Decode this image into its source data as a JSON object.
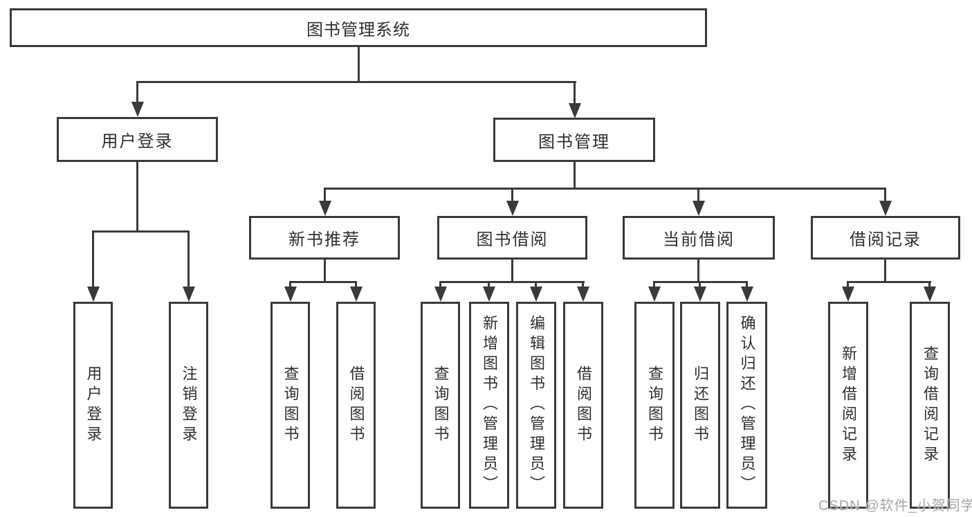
{
  "diagram_type": "hierarchy-tree",
  "colors": {
    "line": "#3a3a3a",
    "text": "#2f2f2f",
    "watermark": "#a6a6a6",
    "background": "#ffffff"
  },
  "watermark": "CSDN @软件_小贺同学",
  "tree": {
    "label": "图书管理系统",
    "children": [
      {
        "label": "用户登录",
        "children": [
          {
            "label": "用户登录"
          },
          {
            "label": "注销登录"
          }
        ]
      },
      {
        "label": "图书管理",
        "children": [
          {
            "label": "新书推荐",
            "children": [
              {
                "label": "查询图书"
              },
              {
                "label": "借阅图书"
              }
            ]
          },
          {
            "label": "图书借阅",
            "children": [
              {
                "label": "查询图书"
              },
              {
                "label": "新增图书（管理员）"
              },
              {
                "label": "编辑图书（管理员）"
              },
              {
                "label": "借阅图书"
              }
            ]
          },
          {
            "label": "当前借阅",
            "children": [
              {
                "label": "查询图书"
              },
              {
                "label": "归还图书"
              },
              {
                "label": "确认归还（管理员）"
              }
            ]
          },
          {
            "label": "借阅记录",
            "children": [
              {
                "label": "新增借阅记录"
              },
              {
                "label": "查询借阅记录"
              }
            ]
          }
        ]
      }
    ]
  }
}
